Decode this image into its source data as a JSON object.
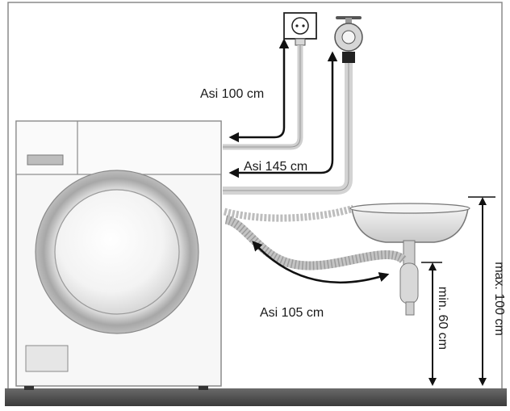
{
  "labels": {
    "power_cable": "Asi 100 cm",
    "inlet_hose": "Asi 145 cm",
    "drain_hose": "Asi 105 cm",
    "min_height": "min. 60 cm",
    "max_height": "max. 100 cm"
  }
}
